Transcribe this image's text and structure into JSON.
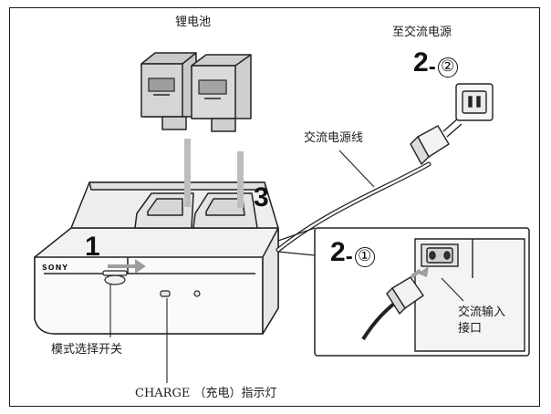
{
  "labels": {
    "battery": "锂电池",
    "to_ac": "至交流电源",
    "ac_cord": "交流电源线",
    "ac_input_l1": "交流输入",
    "ac_input_l2": "接口",
    "mode_switch": "模式选择开关",
    "charge_indicator": "CHARGE （充电）指示灯",
    "brand": "SONY"
  },
  "steps": {
    "s1": "1",
    "s3": "3",
    "s2a_num": "2",
    "s2a_sep": "-",
    "s2a_sub": "①",
    "s2b_num": "2",
    "s2b_sep": "-",
    "s2b_sub": "②"
  }
}
